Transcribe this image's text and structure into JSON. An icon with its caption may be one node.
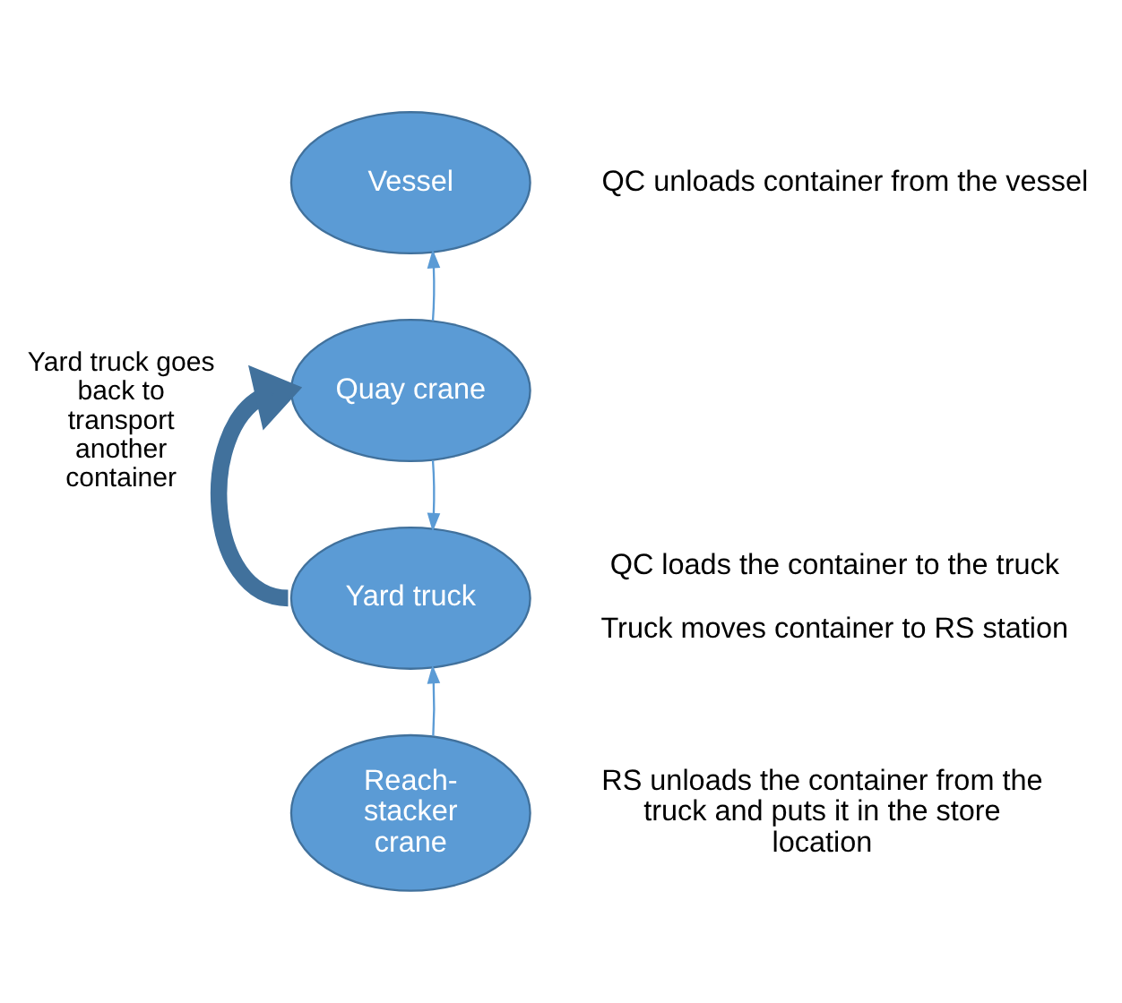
{
  "diagram": {
    "nodes": [
      {
        "text": [
          "Vessel"
        ],
        "beside": [
          "QC unloads container from the vessel"
        ]
      },
      {
        "text": [
          "Quay crane"
        ]
      },
      {
        "text": [
          "Yard truck"
        ],
        "beside": [
          "QC loads the container to the truck",
          "Truck moves container to RS station"
        ]
      },
      {
        "text": [
          "Reach-stacker crane"
        ],
        "beside": [
          "RS unloads the container from the truck and puts it in the store location"
        ]
      }
    ],
    "edges": [
      {
        "from": 1,
        "to": 0,
        "arrow": "to"
      },
      {
        "from": 1,
        "to": 2,
        "arrow": "to"
      },
      {
        "from": 3,
        "to": 2,
        "arrow": "to"
      },
      {
        "from": 2,
        "to": 1,
        "arrow": "to",
        "label": "Yard truck goes back to transport another container",
        "style": "thick",
        "color": "#41719c"
      }
    ]
  }
}
